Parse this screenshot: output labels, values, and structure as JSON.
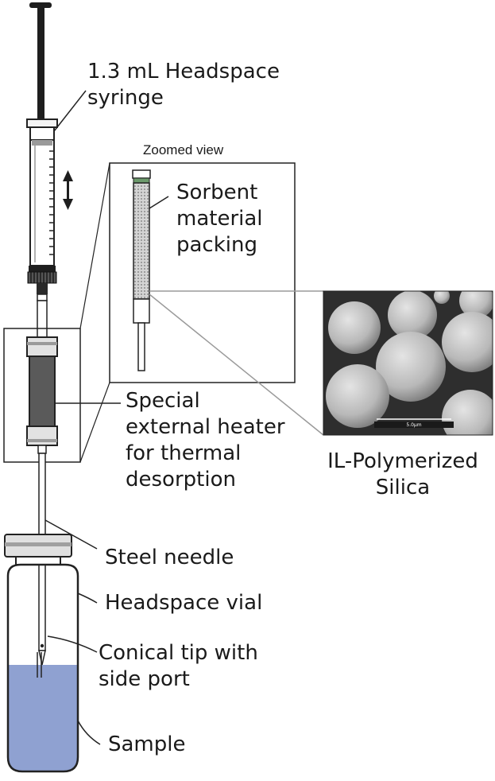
{
  "labels": {
    "syringe": [
      "1.3 mL Headspace",
      "syringe"
    ],
    "zoom_title": "Zoomed view",
    "sorbent": [
      "Sorbent",
      "material",
      "packing"
    ],
    "heater": [
      "Special",
      "external heater",
      "for thermal",
      "desorption"
    ],
    "silica": [
      "IL-Polymerized",
      "Silica"
    ],
    "needle": "Steel needle",
    "vial": "Headspace vial",
    "tip": [
      "Conical tip with",
      "side port"
    ],
    "sample": "Sample"
  },
  "sem_scale_label": "5.0μm",
  "colors": {
    "sample_liquid": "#8fa1d1",
    "sorbent_packing": "#bfbfbf",
    "heater_body": "#5a5a5a",
    "sem_background": "#2e2e2e"
  }
}
